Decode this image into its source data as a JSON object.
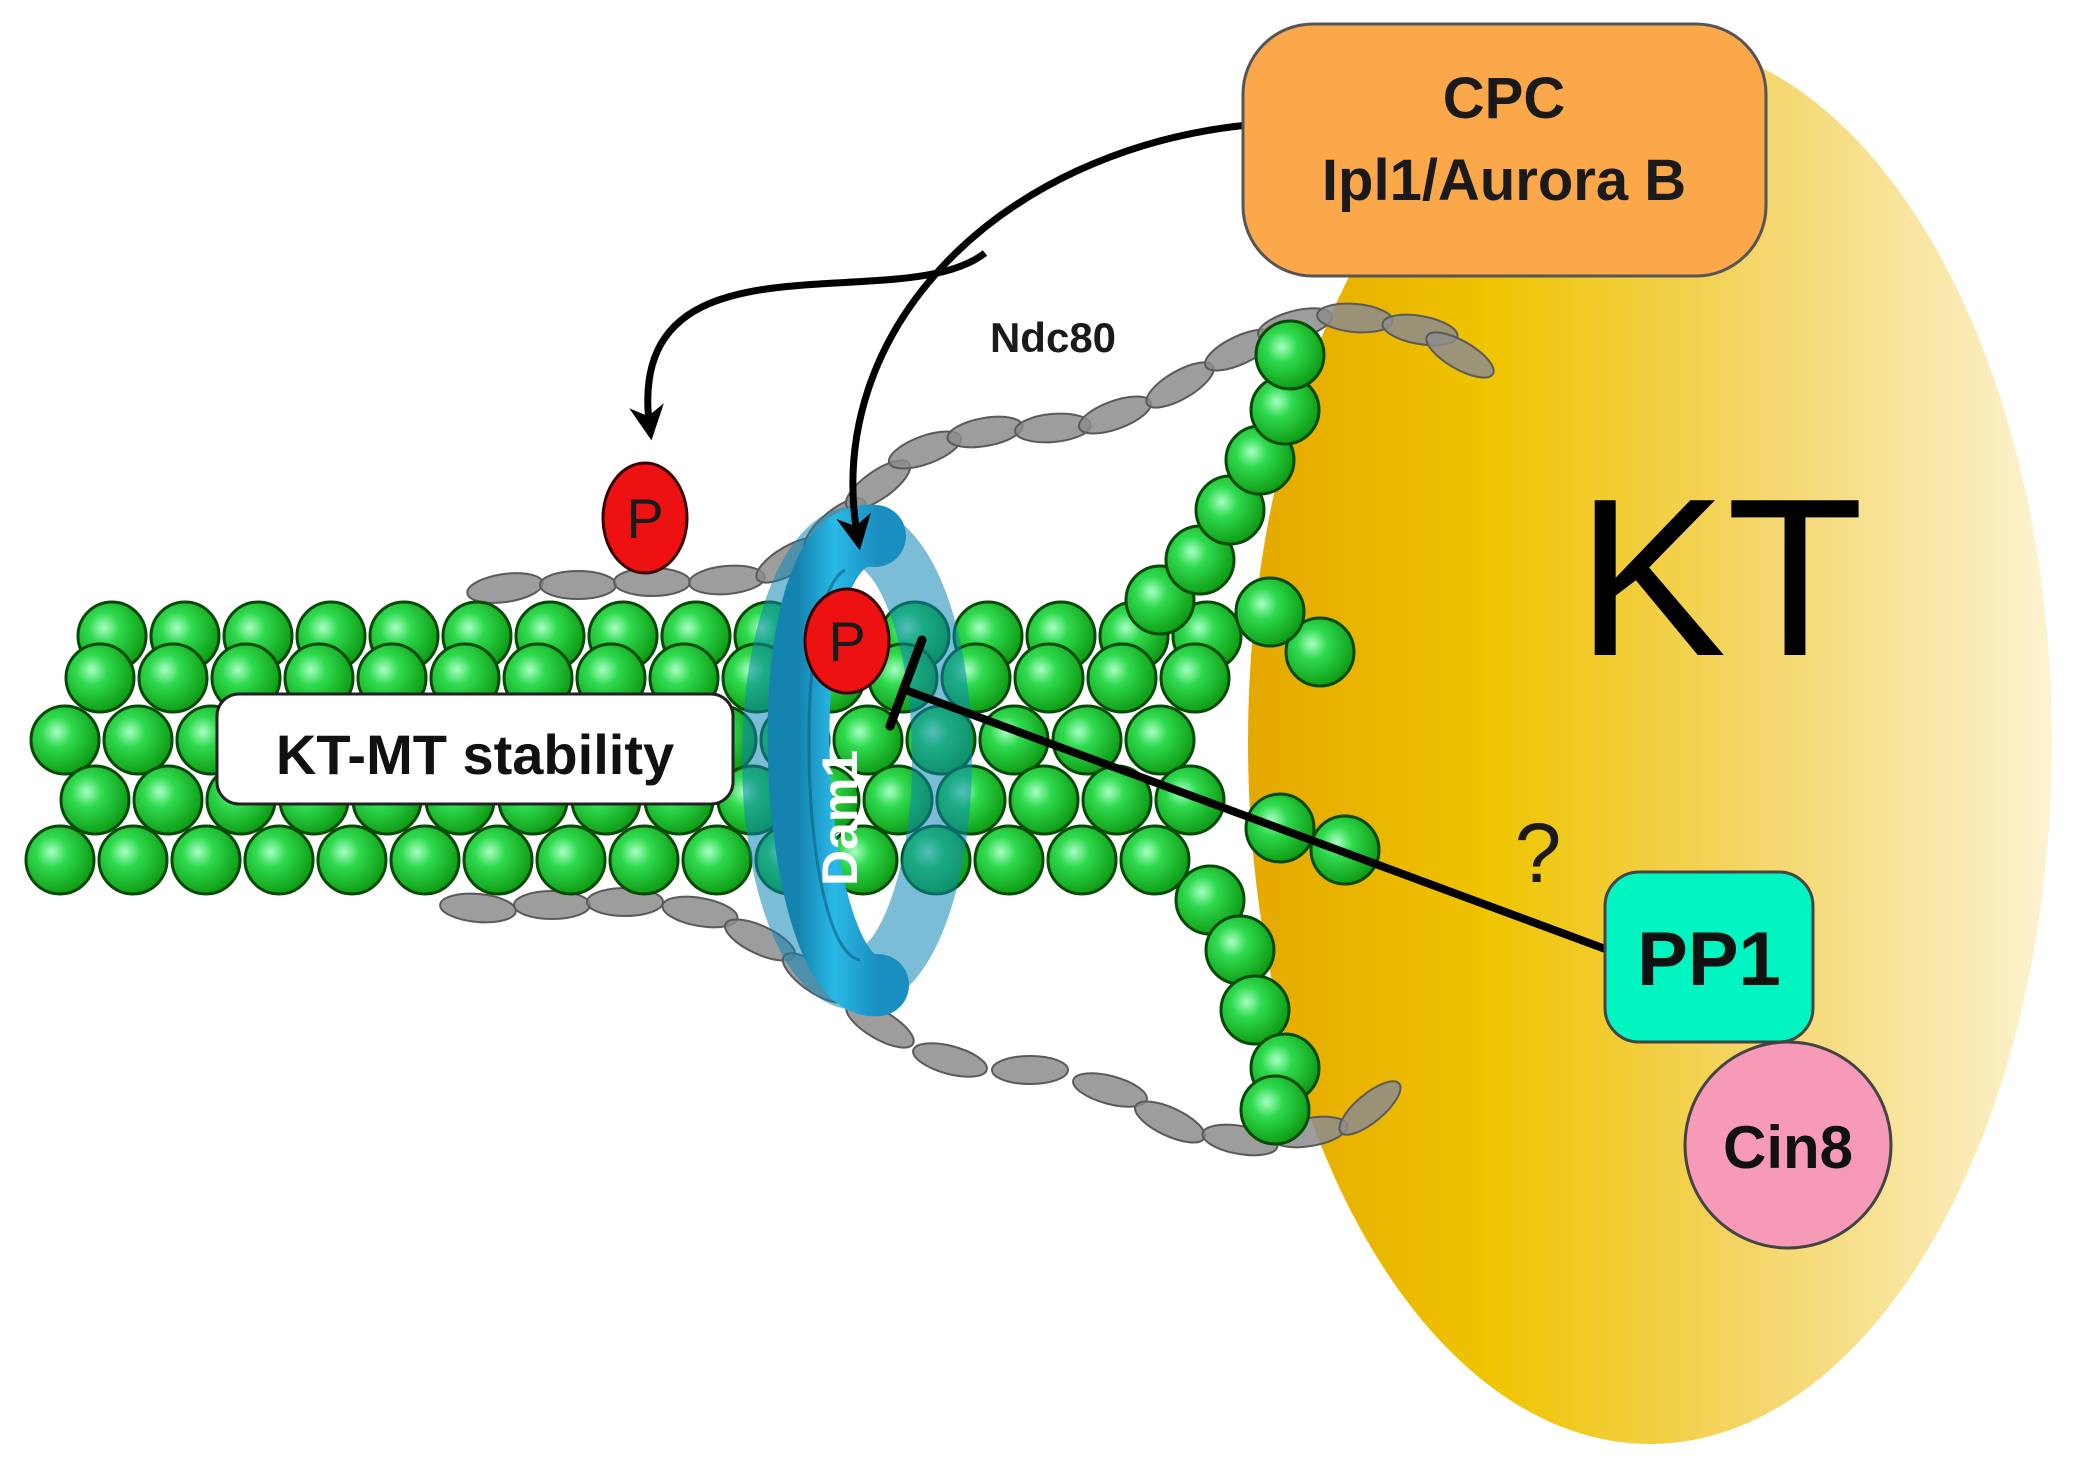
{
  "labels": {
    "cpc_line1": "CPC",
    "cpc_line2": "Ipl1/Aurora B",
    "ndc80": "Ndc80",
    "kt": "KT",
    "kt_mt_stability": "KT-MT stability",
    "dam1": "Dam1",
    "phospho_ndc80": "P",
    "phospho_dam1": "P",
    "question": "?",
    "pp1": "PP1",
    "cin8": "Cin8"
  },
  "colors": {
    "kinetochore_gold": "#EFC400",
    "cpc_orange": "#FBA84B",
    "pp1_teal": "#00F5C0",
    "cin8_pink": "#F79AB8",
    "dam1_ring": "#1E9BC8",
    "tubulin_green": "#17B817",
    "phospho_red": "#EE1111",
    "ndc80_gray": "#8A8A8A"
  }
}
